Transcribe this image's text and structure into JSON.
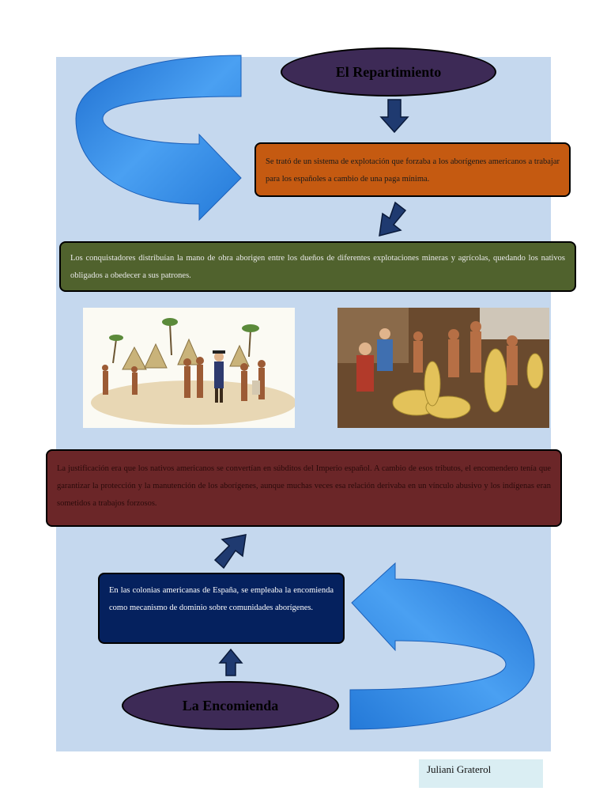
{
  "title_top": "El Repartimiento",
  "title_bottom": "La Encomienda",
  "box_orange_text": "Se trató de un sistema de explotación que forzaba a los aborígenes americanos a trabajar para los españoles a cambio de una paga mínima.",
  "box_green_text": "Los conquistadores distribuían la mano de obra aborigen entre los dueños de diferentes explotaciones mineras y agrícolas, quedando los nativos obligados a obedecer a sus patrones.",
  "box_red_text": "La justificación era que los nativos americanos se convertían en súbditos del Imperio español. A cambio de esos tributos, el encomendero tenía que garantizar la protección y la manutención de los aborígenes, aunque muchas veces esa relación derivaba en un vínculo abusivo y los indígenas eran sometidos a trabajos forzosos.",
  "box_navy_text": "En las colonias americanas de España, se empleaba la encomienda como mecanismo de dominio sobre comunidades aborígenes.",
  "author": "Juliani Graterol",
  "colors": {
    "panel": "#c5d8ee",
    "oval": "#3d2a56",
    "orange_box": "#c55a11",
    "green_box": "#50622d",
    "red_box": "#6b2628",
    "navy_box": "#05215e",
    "curved_arrow": "#2e86de",
    "small_arrow": "#1f3a70"
  },
  "icons": [
    "curved-arrow-icon",
    "down-arrow-icon",
    "up-arrow-icon",
    "diagonal-arrow-icon"
  ]
}
